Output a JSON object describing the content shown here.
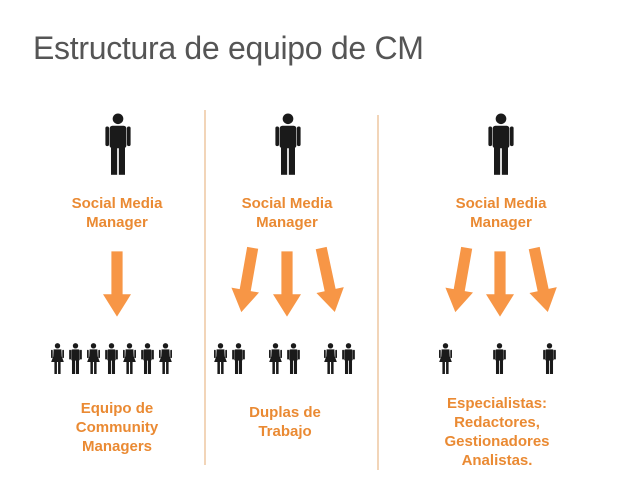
{
  "title": "Estructura de equipo de CM",
  "columns": [
    {
      "manager_line1": "Social Media",
      "manager_line2": "Manager",
      "team_lines": [
        "Equipo de",
        "Community",
        "Managers"
      ]
    },
    {
      "manager_line1": "Social Media",
      "manager_line2": "Manager",
      "team_lines": [
        "Duplas de",
        "Trabajo"
      ]
    },
    {
      "manager_line1": "Social Media",
      "manager_line2": "Manager",
      "team_lines": [
        "Especialistas:",
        "Redactores,",
        "Gestionadores",
        "Analistas."
      ]
    }
  ],
  "colors": {
    "accent": "#ea8a33",
    "arrow": "#f79646",
    "divider": "#e8b98a",
    "figure": "#1a1a1a",
    "title": "#555555"
  }
}
